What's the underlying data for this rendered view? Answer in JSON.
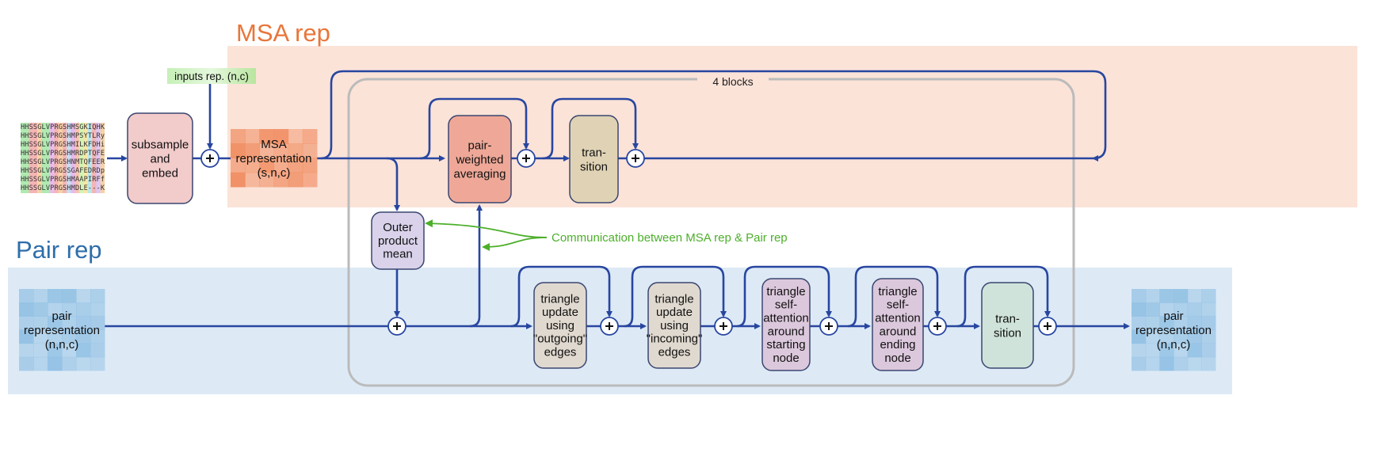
{
  "titles": {
    "msa": "MSA rep",
    "pair": "Pair rep"
  },
  "colors": {
    "msa_title": "#E8763A",
    "pair_title": "#2E6EAA",
    "msa_bg": "#FBE3D8",
    "pair_bg": "#DDEAF6",
    "arrow": "#2846A0",
    "annotation": "#4CAF2A",
    "block_outline": "#BBBBBB"
  },
  "sequences": [
    "HHSSGLVPRGSHMSGKIQHK",
    "HHSSGLVPRGSHMPSYTLRy",
    "HHSSGLVPRGSHMILKFDHi",
    "HHSSGLVPRGSHMRDPTQFE",
    "HHSSGLVPRGSHNMTQFEER",
    "HHSSGLVPRGSSGAFEDRDp",
    "HHSSGLVPRGSHMAAPIRFf",
    "HHSSGLVPRGSHMDLE---K"
  ],
  "inputs_label": "inputs rep. (n,c)",
  "blocks_label": "4 blocks",
  "annotation": "Communication between MSA rep & Pair rep",
  "boxes": {
    "subsample": [
      "subsample",
      "and",
      "embed"
    ],
    "msa_repr": [
      "MSA",
      "representation",
      "(s,n,c)"
    ],
    "pair_weighted": [
      "pair-",
      "weighted",
      "averaging"
    ],
    "msa_transition": [
      "tran-",
      "sition"
    ],
    "outer_product": [
      "Outer",
      "product",
      "mean"
    ],
    "pair_repr_in": [
      "pair",
      "representation",
      "(n,n,c)"
    ],
    "tri_out": [
      "triangle",
      "update",
      "using",
      "\"outgoing\"",
      "edges"
    ],
    "tri_in": [
      "triangle",
      "update",
      "using",
      "\"incoming\"",
      "edges"
    ],
    "tri_att_start": [
      "triangle",
      "self-",
      "attention",
      "around",
      "starting",
      "node"
    ],
    "tri_att_end": [
      "triangle",
      "self-",
      "attention",
      "around",
      "ending",
      "node"
    ],
    "pair_transition": [
      "tran-",
      "sition"
    ],
    "pair_repr_out": [
      "pair",
      "representation",
      "(n,n,c)"
    ]
  }
}
